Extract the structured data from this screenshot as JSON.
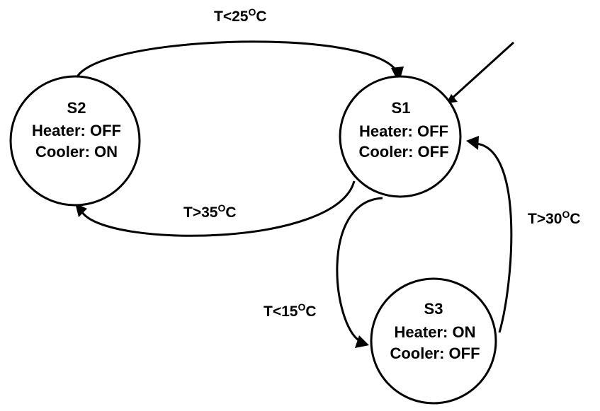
{
  "states": {
    "s1": {
      "name": "S1",
      "heater": "Heater: OFF",
      "cooler": "Cooler: OFF"
    },
    "s2": {
      "name": "S2",
      "heater": "Heater: OFF",
      "cooler": "Cooler: ON"
    },
    "s3": {
      "name": "S3",
      "heater": "Heater: ON",
      "cooler": "Cooler: OFF"
    }
  },
  "transitions": {
    "s2_to_s1": {
      "prefix": "T<25",
      "degree": "O",
      "unit": "C"
    },
    "s1_to_s2": {
      "prefix": "T>35",
      "degree": "O",
      "unit": "C"
    },
    "s1_to_s3": {
      "prefix": "T<15",
      "degree": "O",
      "unit": "C"
    },
    "s3_to_s1": {
      "prefix": "T>30",
      "degree": "O",
      "unit": "C"
    }
  },
  "colors": {
    "stroke": "#000000",
    "fill": "#ffffff",
    "text": "#000000"
  }
}
